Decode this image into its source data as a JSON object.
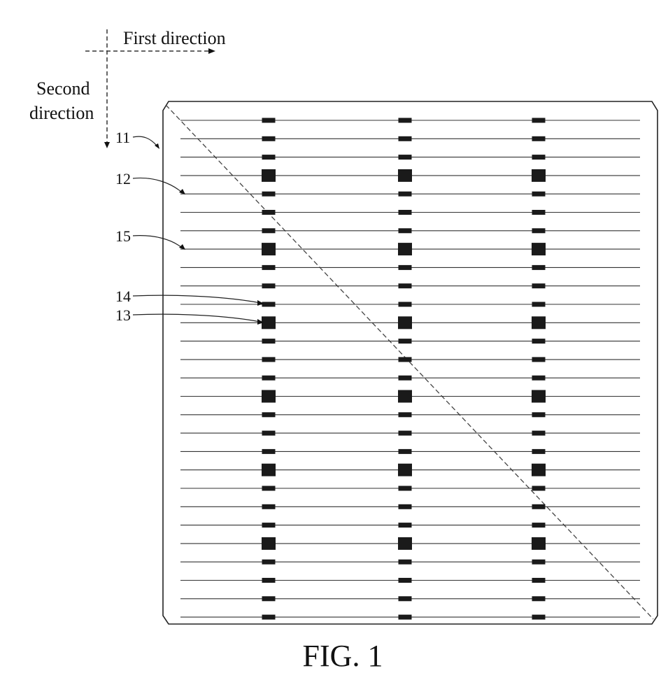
{
  "labels": {
    "first_direction": "First direction",
    "second_direction_line1": "Second",
    "second_direction_line2": "direction",
    "ref_11": "11",
    "ref_12": "12",
    "ref_15": "15",
    "ref_14": "14",
    "ref_13": "13",
    "caption": "FIG. 1"
  },
  "colors": {
    "ink": "#111111",
    "line": "#333333",
    "pad": "#1a1a1a"
  },
  "diagram": {
    "grid_line_count": 28,
    "pad_column_count": 3,
    "large_pad_rows": [
      3,
      7,
      11,
      15,
      19,
      23
    ]
  }
}
